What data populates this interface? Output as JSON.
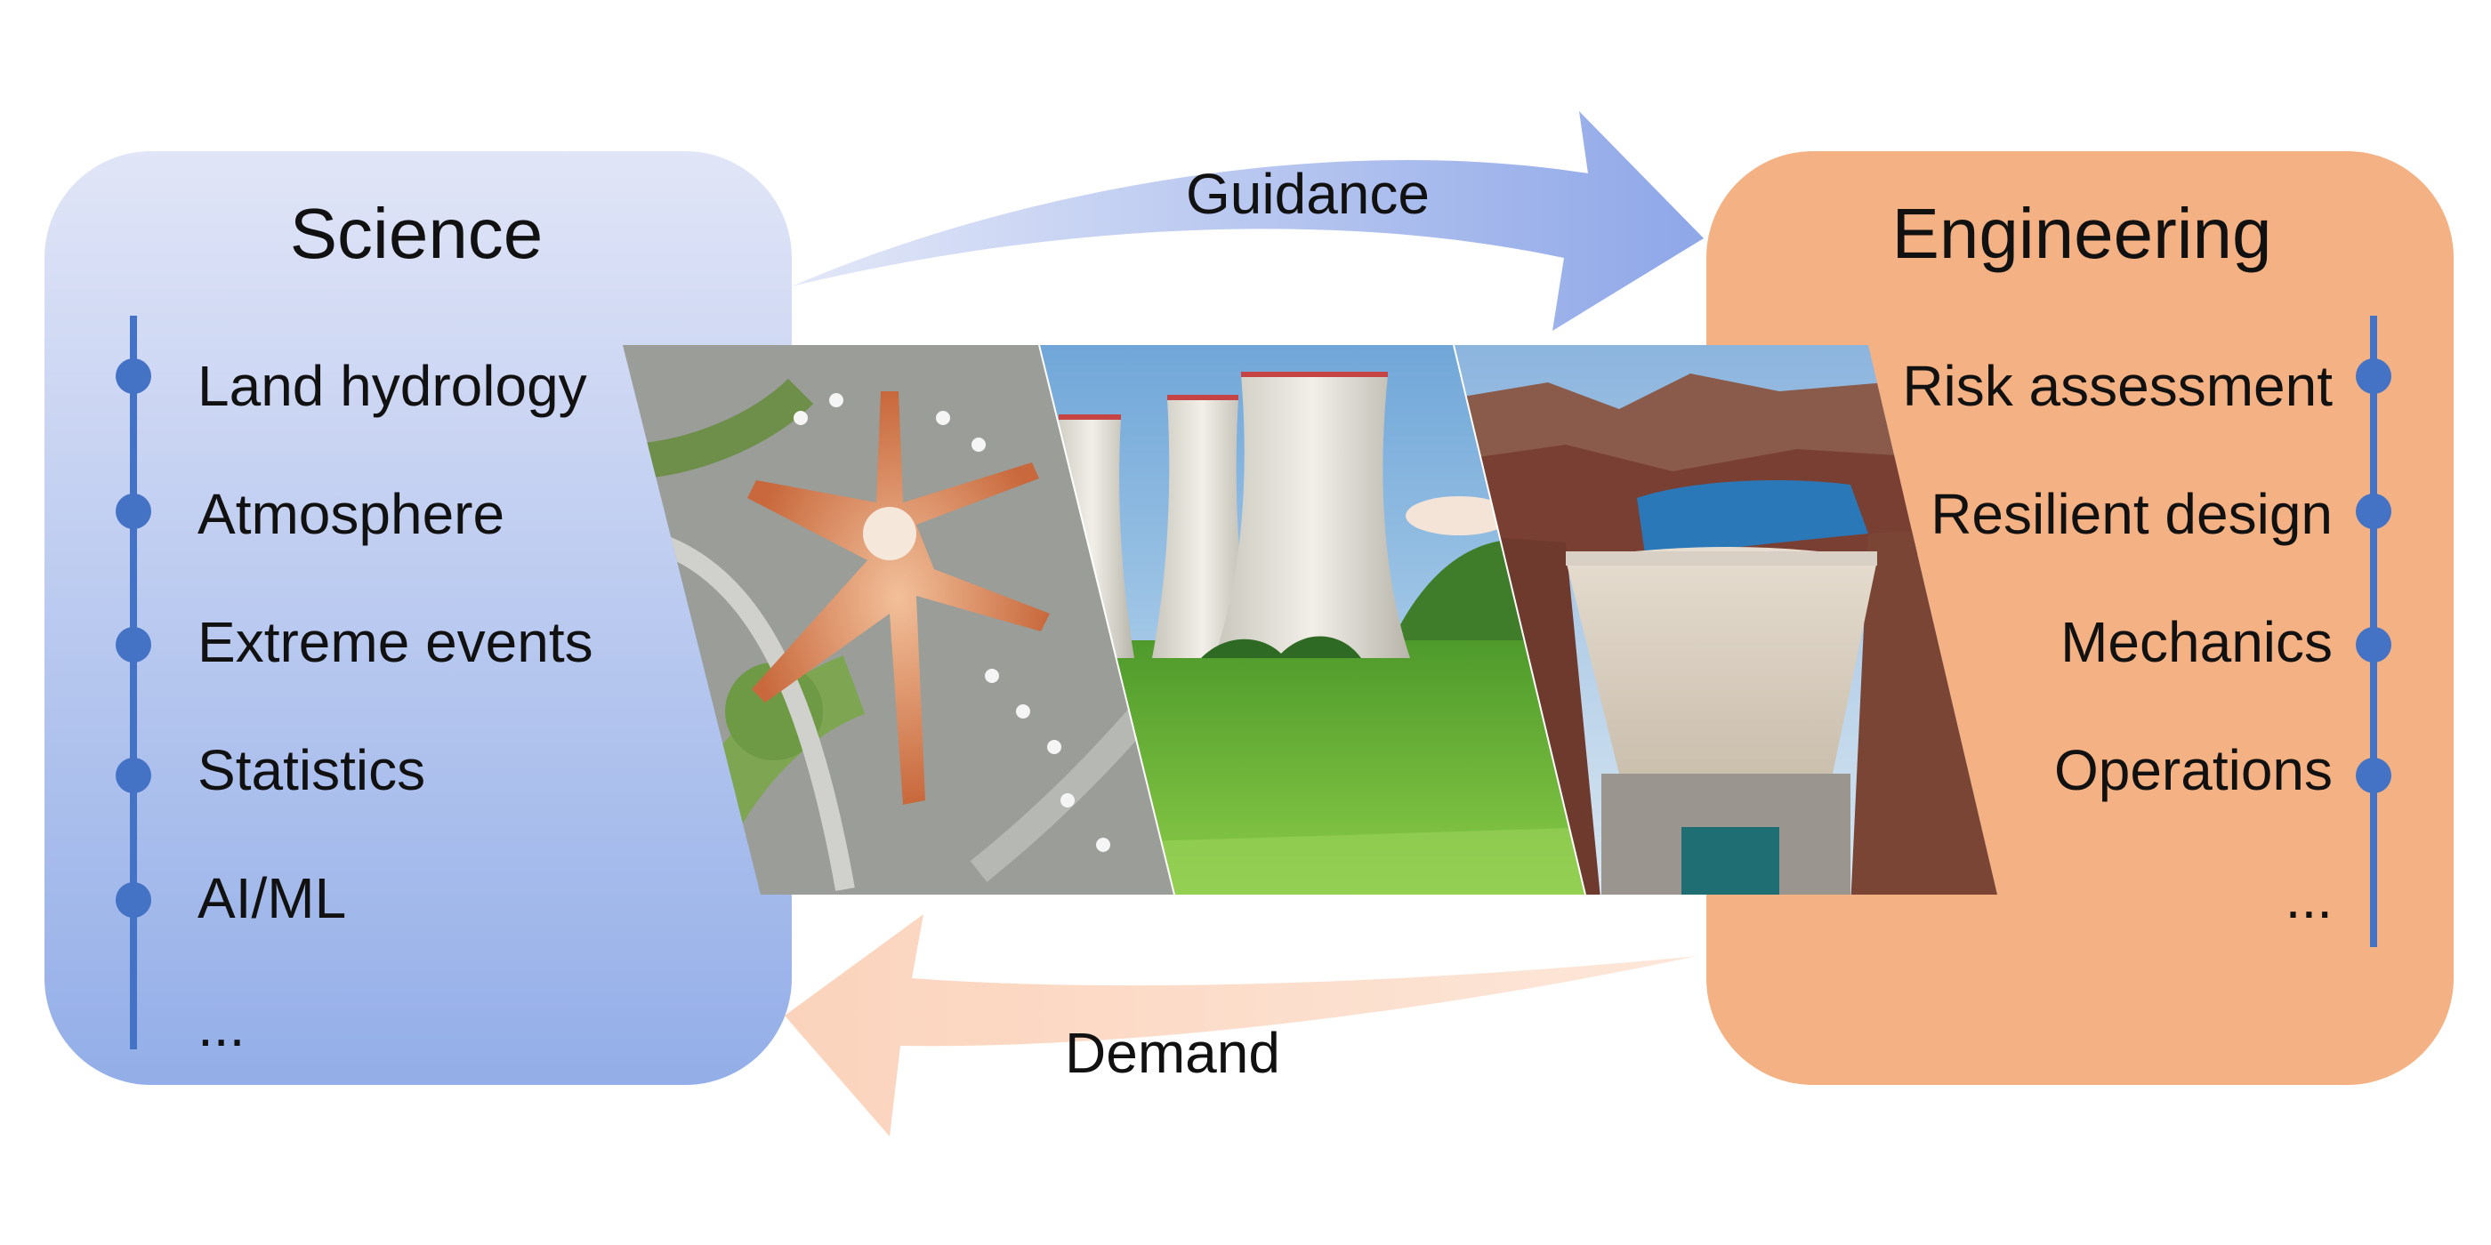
{
  "science": {
    "title": "Science",
    "items": [
      "Land hydrology",
      "Atmosphere",
      "Extreme events",
      "Statistics",
      "AI/ML",
      "..."
    ],
    "colors": {
      "top": "#e1e5f7",
      "bottom": "#93aee8",
      "line": "#4472c4"
    }
  },
  "engineering": {
    "title": "Engineering",
    "items": [
      "Risk assessment",
      "Resilient design",
      "Mechanics",
      "Operations",
      "..."
    ],
    "colors": {
      "fill": "#f4b183",
      "line": "#4472c4"
    }
  },
  "arrows": {
    "top": {
      "label": "Guidance",
      "color": "#9db2ea"
    },
    "bottom": {
      "label": "Demand",
      "color": "#fcd9c5"
    }
  },
  "photos": [
    {
      "subject": "airport-terminal-aerial",
      "icon": "airport-icon"
    },
    {
      "subject": "cooling-towers-green-field",
      "icon": "power-plant-icon"
    },
    {
      "subject": "dam-reservoir-canyon",
      "icon": "dam-icon"
    }
  ]
}
